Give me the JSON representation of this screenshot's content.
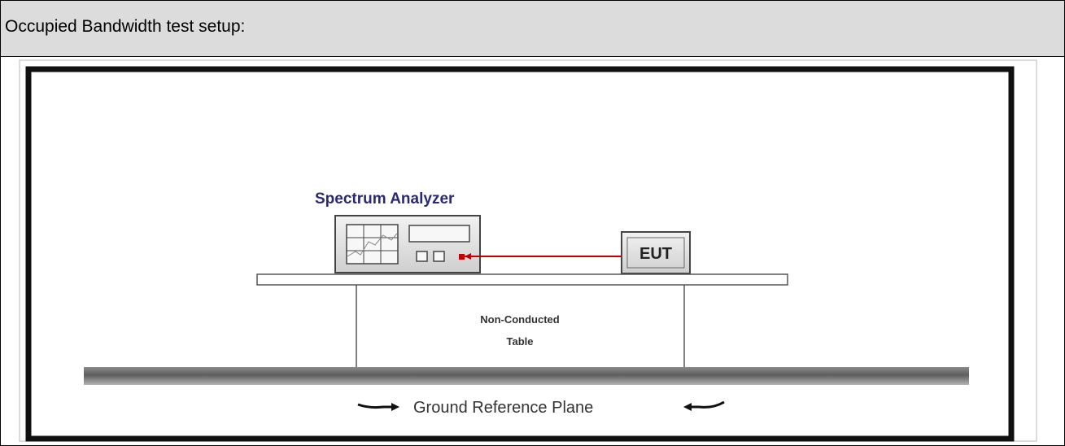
{
  "header": {
    "title": "Occupied Bandwidth test setup:"
  },
  "diagram": {
    "analyzer_label": "Spectrum Analyzer",
    "eut_label": "EUT",
    "table_label_line1": "Non-Conducted",
    "table_label_line2": "Table",
    "ground_label": "Ground Reference Plane",
    "colors": {
      "analyzer_label": "#2a2a6e",
      "cable": "#c00000",
      "connector": "#c00000",
      "frame": "#111111",
      "header_bg": "#dcdcdc"
    }
  }
}
